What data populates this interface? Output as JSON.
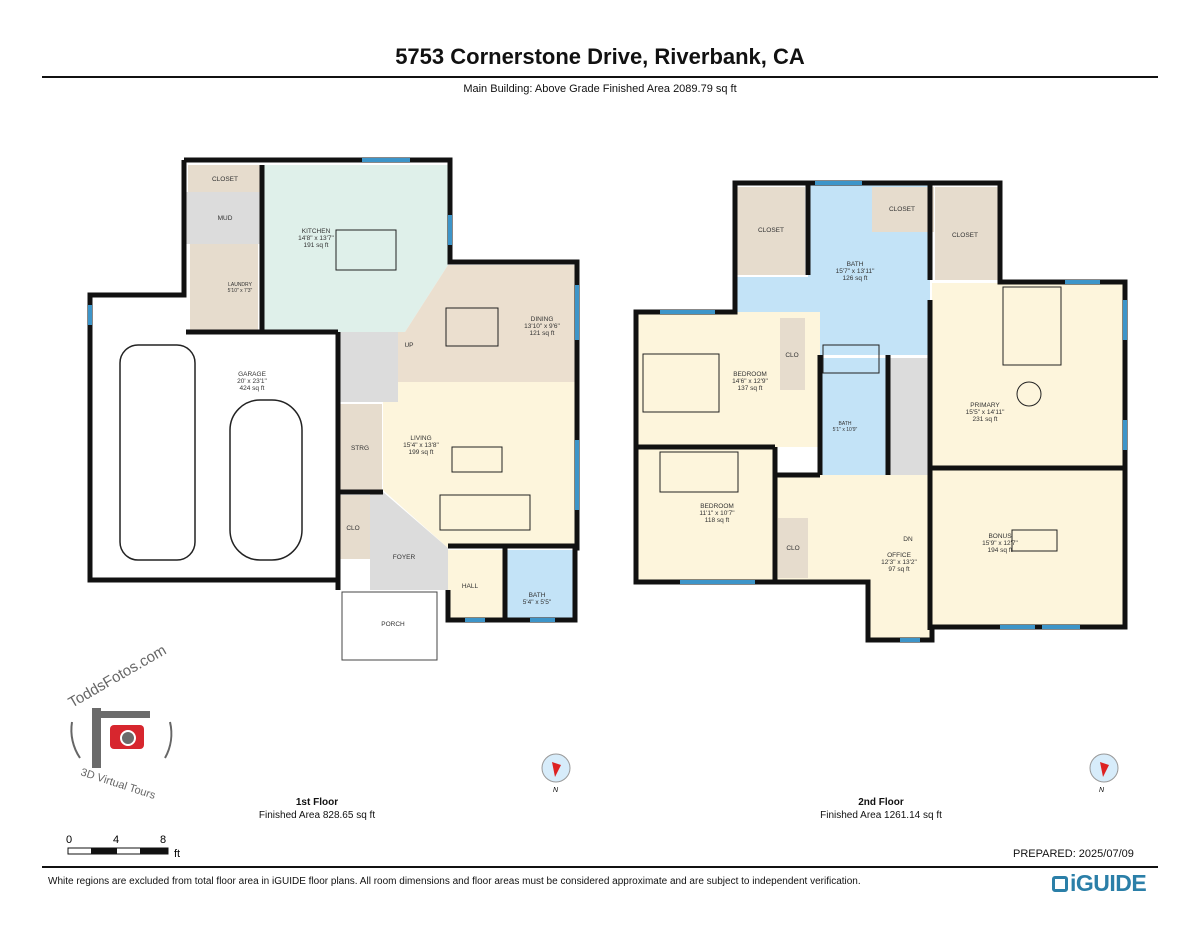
{
  "header": {
    "title": "5753 Cornerstone Drive, Riverbank, CA",
    "subtitle": "Main Building: Above Grade Finished Area 2089.79 sq ft"
  },
  "colors": {
    "living": "#fdf5dc",
    "kitchen": "#dff0ea",
    "dining": "#ebdfcf",
    "closet": "#e6dccd",
    "circulation": "#dcdcdc",
    "bath": "#c3e3f7",
    "window": "#3d95c9",
    "wall": "#111111"
  },
  "floor1": {
    "caption": "1st Floor",
    "area": "Finished Area 828.65 sq ft",
    "rooms": {
      "closet": {
        "name": "CLOSET"
      },
      "mud": {
        "name": "MUD"
      },
      "laundry": {
        "name": "LAUNDRY",
        "dims": "5'10\" x 7'3\""
      },
      "kitchen": {
        "name": "KITCHEN",
        "dims": "14'8\" x 13'7\"",
        "area": "191 sq ft"
      },
      "dining": {
        "name": "DINING",
        "dims": "13'10\" x 9'6\"",
        "area": "121 sq ft"
      },
      "garage": {
        "name": "GARAGE",
        "dims": "20' x 23'1\"",
        "area": "424 sq ft"
      },
      "living": {
        "name": "LIVING",
        "dims": "15'4\" x 13'8\"",
        "area": "199 sq ft"
      },
      "strg": {
        "name": "STRG"
      },
      "clo": {
        "name": "CLO"
      },
      "foyer": {
        "name": "FOYER"
      },
      "hall": {
        "name": "HALL"
      },
      "bath": {
        "name": "BATH",
        "dims": "5'4\" x 5'5\""
      },
      "porch": {
        "name": "PORCH"
      }
    },
    "stair_label": "UP"
  },
  "floor2": {
    "caption": "2nd Floor",
    "area": "Finished Area 1261.14 sq ft",
    "rooms": {
      "closet_a": {
        "name": "CLOSET"
      },
      "closet_b": {
        "name": "CLOSET"
      },
      "closet_c": {
        "name": "CLOSET"
      },
      "bath": {
        "name": "BATH",
        "dims": "15'7\" x 13'11\"",
        "area": "126 sq ft"
      },
      "primary": {
        "name": "PRIMARY",
        "dims": "15'5\" x 14'11\"",
        "area": "231 sq ft"
      },
      "bedroom1": {
        "name": "BEDROOM",
        "dims": "14'6\" x 12'9\"",
        "area": "137 sq ft"
      },
      "clo1": {
        "name": "CLO"
      },
      "bath2": {
        "name": "BATH",
        "dims": "5'1\" x 10'9\""
      },
      "bedroom2": {
        "name": "BEDROOM",
        "dims": "11'1\" x 10'7\"",
        "area": "118 sq ft"
      },
      "clo2": {
        "name": "CLO"
      },
      "office": {
        "name": "OFFICE",
        "dims": "12'3\" x 13'2\"",
        "area": "97 sq ft"
      },
      "bonus": {
        "name": "BONUS",
        "dims": "15'9\" x 12'7\"",
        "area": "194 sq ft"
      }
    },
    "stair_label": "DN"
  },
  "compass": {
    "label": "N",
    "icon": "compass-icon"
  },
  "scale_bar": {
    "ticks": [
      "0",
      "4",
      "8"
    ],
    "unit": "ft"
  },
  "logo": {
    "text_top": "ToddsFotos.com",
    "text_bottom": "3D Virtual Tours"
  },
  "footer": {
    "prepared": "PREPARED: 2025/07/09",
    "disclaimer": "White regions are excluded from total floor area in iGUIDE floor plans. All room dimensions and floor areas must be considered approximate and are subject to independent verification.",
    "brand": "iGUIDE"
  }
}
